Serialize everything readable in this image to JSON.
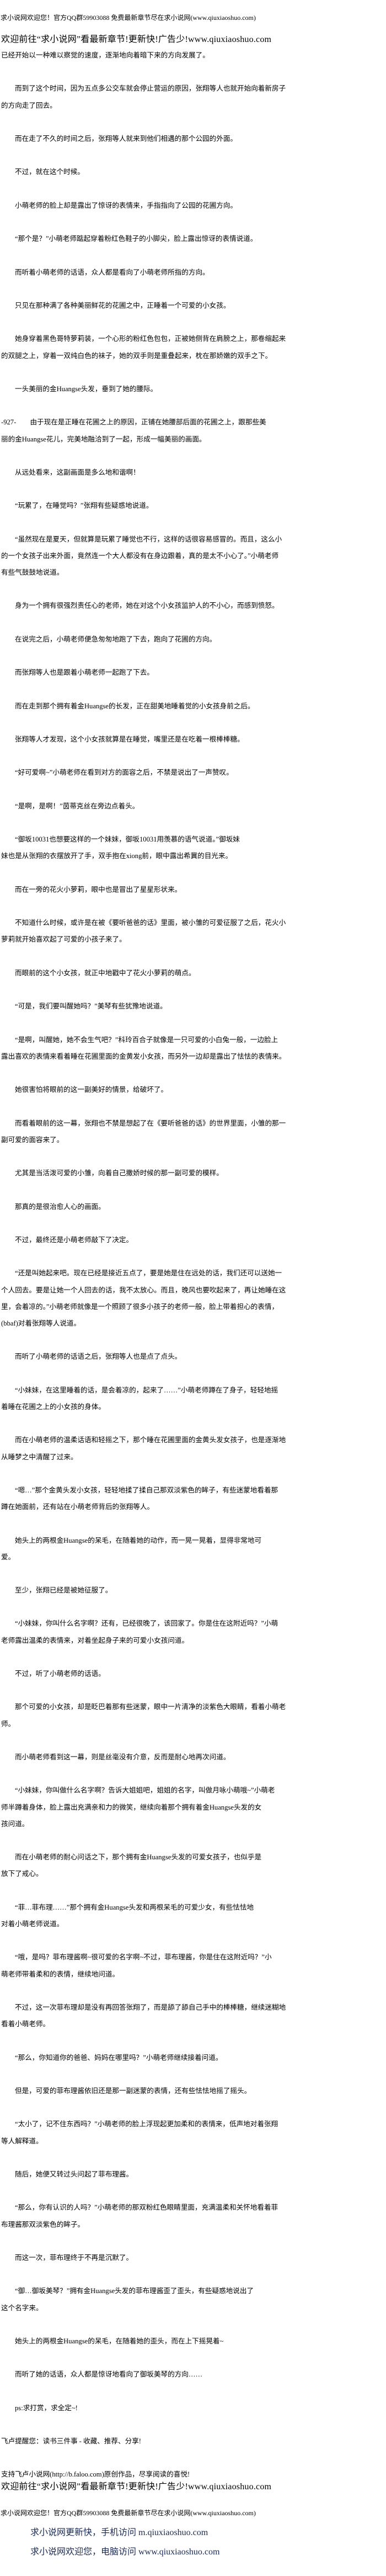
{
  "colors": {
    "text": "#000000",
    "access_text": "#1b2a55",
    "background": "#ffffff"
  },
  "header": {
    "top_notice": "求小说网欢迎您！官方QQ群59903088 免费最新章节尽在求小说网(www.qiuxiaoshuo.com)",
    "banner": "欢迎前往“求小说网”看最新章节!更新快!广告少!www.qiuxiaoshuo.com",
    "lead_line": "已经开始以一种难以察觉的速度，逐渐地向着暗下来的方向发展了。"
  },
  "paragraphs": [
    {
      "lines": [
        "而到了这个时间，因为五点多公交车就会停止营运的原因，张翔等人也就开始向着新房子",
        "的方向走了回去。"
      ]
    },
    {
      "lines": [
        "而在走了不久的时间之后，张翔等人就来到他们相遇的那个公园的外面。"
      ]
    },
    {
      "lines": [
        "不过，就在这个时候。"
      ]
    },
    {
      "lines": [
        "小萌老师的脸上却是露出了惊讶的表情来，手指指向了公园的花圃方向。"
      ]
    },
    {
      "lines": [
        "“那个是？”小萌老师踮起穿着粉红色鞋子的小脚尖，脸上露出惊讶的表情说道。"
      ]
    },
    {
      "lines": [
        "而听着小萌老师的话语，众人都是看向了小萌老师所指的方向。"
      ]
    },
    {
      "lines": [
        "只见在那种满了各种美丽鲜花的花圃之中，正睡着一个可爱的小女孩。"
      ]
    },
    {
      "lines": [
        "她身穿着黑色哥特萝莉装，一个心形的粉红色包包，正被她侧背在肩膀之上，那卷缩起来",
        "的双腿之上，穿着一双纯白色的袜子，她的双手则是重叠起来，枕在那娇嫩的双手之下。"
      ]
    },
    {
      "lines": [
        "一头美丽的金Huangse头发，垂到了她的腰际。"
      ]
    },
    {
      "noindent": true,
      "lines": [
        "-927-　　由于现在是正睡在花圃之上的原因，正铺在她腰部后面的花圃之上，跟那些美",
        "丽的金Huangse花儿，完美地融洽到了一起，形成一幅美丽的画面。"
      ]
    },
    {
      "lines": [
        "从远处看来，这副画面是多么地和谐啊！"
      ]
    },
    {
      "lines": [
        "“玩累了，在睡觉吗？”张翔有些疑惑地说道。"
      ]
    },
    {
      "lines": [
        "“虽然现在是夏天，但就算是玩累了睡觉也不行，这样的话很容易感冒的。而且，这么小",
        "的一个女孩子出来外面，竟然连一个大人都没有在身边跟着，真的是太不小心了。”小萌老师",
        "有些气鼓鼓地说道。"
      ]
    },
    {
      "lines": [
        "身为一个拥有很强烈责任心的老师，她在对这个小女孩监护人的不小心，而感到愤怒。"
      ]
    },
    {
      "lines": [
        "在说完之后，小萌老师便急匆匆地跑了下去，跑向了花圃的方向。"
      ]
    },
    {
      "lines": [
        "而张翔等人也是跟着小萌老师一起跑了下去。"
      ]
    },
    {
      "lines": [
        "而在走到那个拥有着金Huangse的长发，正在甜美地睡着觉的小女孩身前之后。"
      ]
    },
    {
      "lines": [
        "张翔等人才发现，这个小女孩就算是在睡觉，嘴里还是在吃着一根棒棒糖。"
      ]
    },
    {
      "lines": [
        "“好可爱啊~”小萌老师在看到对方的面容之后，不禁是说出了一声赞叹。"
      ]
    },
    {
      "lines": [
        "“是啊，是啊！”茵蒂克丝在旁边点着头。"
      ]
    },
    {
      "lines": [
        "“御坂10031也想要这样的一个妹妹，御坂10031用羡慕的语气说道。”御坂妹",
        "妹也是从张翔的衣摆放开了手，双手抱在xiong前，眼中露出希冀的目光来。"
      ]
    },
    {
      "lines": [
        "而在一旁的花火小萝莉，眼中也是冒出了星星形状来。"
      ]
    },
    {
      "lines": [
        "不知道什么时候，或许是在被《要听爸爸的话》里面，被小雏的可爱征服了之后，花火小",
        "萝莉就开始喜欢起了可爱的小孩子来了。"
      ]
    },
    {
      "lines": [
        "而眼前的这个小女孩，就正中地戳中了花火小萝莉的萌点。"
      ]
    },
    {
      "lines": [
        "“可是，我们要叫醒她吗？”美琴有些犹豫地说道。"
      ]
    },
    {
      "lines": [
        "“是啊，叫醒她，她不会生气吧？”科玲百合子就像是一只可爱的小白兔一般，一边脸上",
        "露出喜欢的表情来看着睡在花圃里面的金黄发小女孩，而另外一边却是露出了怯怯的表情来。"
      ]
    },
    {
      "lines": [
        "她很害怕将眼前的这一副美好的情景，给破坏了。"
      ]
    },
    {
      "lines": [
        "而看着眼前的这一幕，张翔也不禁是想起了在《要听爸爸的话》的世界里面，小雏的那一",
        "副可爱的面容来了。"
      ]
    },
    {
      "lines": [
        "尤其是当活泼可爱的小雏，向着自己撒娇时候的那一副可爱的模样。"
      ]
    },
    {
      "lines": [
        "那真的是很治愈人心的画面。"
      ]
    },
    {
      "lines": [
        "不过，最终还是小萌老师敲下了决定。"
      ]
    },
    {
      "lines": [
        "“还是叫她起来吧。现在已经是接近五点了，要是她是住在远处的话，我们还可以送她一",
        "个人回去。要是让她一个人回去的话，我不太放心。而且，晚风也要吹起来了，再让她睡在这",
        "里，会着凉的。”小萌老师就像是一个照顾了很多小孩子的老师一般，脸上带着担心的表情，",
        "(bbaf)对着张翔等人说道。"
      ]
    },
    {
      "lines": [
        "而听了小萌老师的话语之后，张翔等人也是点了点头。"
      ]
    },
    {
      "lines": [
        "“小妹妹，在这里睡着的话，是会着凉的，起来了……”小萌老师蹲在了身子，轻轻地摇",
        "着睡在花圃之上的小女孩的身体。"
      ]
    },
    {
      "lines": [
        "而在小萌老师的温柔话语和轻摇之下，那个睡在花圃里面的金黄头发女孩子，也是逐渐地",
        "从睡梦之中清醒了过来。"
      ]
    },
    {
      "lines": [
        "“嗯…”那个金黄头发小女孩，轻轻地揉了揉自己那双淡紫色的眸子，有些迷蒙地看着那",
        "蹲在她面前，还有站在小萌老师背后的张翔等人。"
      ]
    },
    {
      "lines": [
        "她头上的两根金Huangse的呆毛，在随着她的动作，而一晃一晃着，显得非常地可",
        "爱。"
      ]
    },
    {
      "lines": [
        "至少，张翔已经是被她征服了。"
      ]
    },
    {
      "lines": [
        "“小妹妹，你叫什么名字啊？还有，已经很晚了，该回家了。你是住在这附近吗？”小萌",
        "老师露出温柔的表情来，对着坐起身子来的可爱小女孩问道。"
      ]
    },
    {
      "lines": [
        "不过，听了小萌老师的话语。"
      ]
    },
    {
      "lines": [
        "那个可爱的小女孩，却是眨巴着那有些迷蒙，眼中一片清净的淡紫色大眼睛，看着小萌老",
        "师。"
      ]
    },
    {
      "lines": [
        "而小萌老师看到这一幕，则是丝毫没有介意，反而是耐心地再次问道。"
      ]
    },
    {
      "lines": [
        "“小妹妹，你叫做什么名字啊？告诉大姐姐吧，姐姐的名字，叫做月咏小萌哦~”小萌老",
        "师半蹲着身体，脸上露出充满亲和力的微笑，继续向着那个拥有着金Huangse头发的女",
        "孩问道。"
      ]
    },
    {
      "lines": [
        "而在小萌老师的耐心问话之下，那个拥有金Huangse头发的可爱女孩子，也似乎是",
        "放下了戒心。"
      ]
    },
    {
      "lines": [
        "“菲…菲布理……”那个拥有金Huangse头发和两根呆毛的可爱少女，有些怯怯地",
        "对着小萌老师说道。"
      ]
    },
    {
      "lines": [
        "“哦，是吗？菲布理酱啊~很可爱的名字啊~不过，菲布理酱，你是住在这附近吗？”小",
        "萌老师带着柔和的表情，继续地问道。"
      ]
    },
    {
      "lines": [
        "不过，这一次菲布理却是没有再回答张翔了，而是舔了舔自己手中的棒棒糖，继续迷糊地",
        "看着小萌老师。"
      ]
    },
    {
      "lines": [
        "“那么，你知道你的爸爸、妈妈在哪里吗？”小萌老师继续接着问道。"
      ]
    },
    {
      "lines": [
        "但是，可爱的菲布理酱依旧还是那一副迷蒙的表情，还有些怯怯地摇了摇头。"
      ]
    },
    {
      "lines": [
        "“太小了，记不住东西吗？”小萌老师的脸上浮现起更加柔和的表情来，低声地对着张翔",
        "等人解释道。"
      ]
    },
    {
      "lines": [
        "随后，她便又转过头问起了菲布理酱。"
      ]
    },
    {
      "lines": [
        "“那么，你有认识的人吗？”小萌老师的那双粉红色眼睛里面，充满温柔和关怀地看着菲",
        "布理酱那双淡紫色的眸子。"
      ]
    },
    {
      "lines": [
        "而这一次，菲布理终于不再是沉默了。"
      ]
    },
    {
      "lines": [
        "“御…御坂美琴？”拥有金Huangse头发的菲布理酱歪了歪头，有些疑惑地说出了",
        "这个名字来。"
      ]
    },
    {
      "lines": [
        "她头上的两根金Huangse的呆毛，在随着她的歪头，而在上下摇晃着~"
      ]
    },
    {
      "lines": [
        "而听了她的话语，众人都是惊讶地看向了御坂美琴的方向……"
      ]
    },
    {
      "lines": [
        "ps:求打赏，求全定~!"
      ]
    }
  ],
  "footer": {
    "faloo_reminder": "飞卢提醒您：读书三件事 - 收藏、推荐、分享!",
    "faloo_support": "支持飞卢小说网(http://b.faloo.com)原创作品，尽享阅读的喜悦!",
    "banner": "欢迎前往“求小说网”看最新章节!更新快!广告少!www.qiuxiaoshuo.com",
    "notice": "求小说网欢迎您！官方QQ群59903088 免费最新章节尽在求小说网(www.qiuxiaoshuo.com)",
    "mobile_access": "求小说网更新快，手机访问 m.qiuxiaoshuo.com",
    "pc_access": "求小说网欢迎您，电脑访问 www.qiuxiaoshuo.com"
  }
}
